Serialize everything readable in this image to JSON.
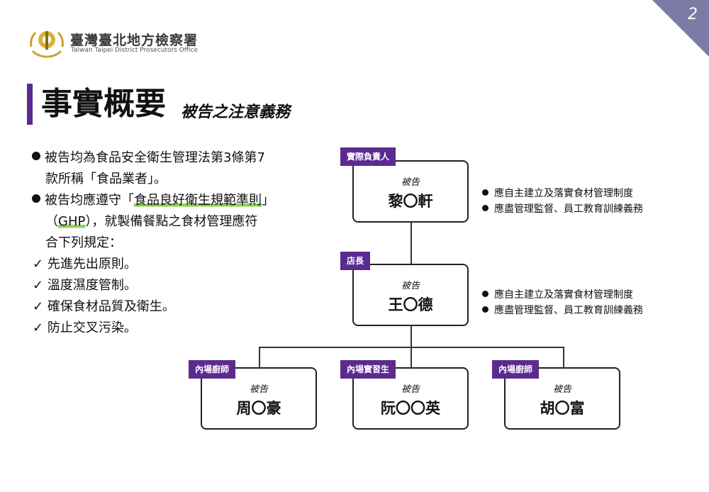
{
  "header": {
    "page_number": "2",
    "org_name_zh": "臺灣臺北地方檢察署",
    "org_name_en": "Taiwan Taipei District Prosecutors Office"
  },
  "slide": {
    "title": "事實概要",
    "subtitle": "被告之注意義務"
  },
  "bullets": {
    "b1_line1": "被告均為食品安全衛生管理法第3條第7",
    "b1_line2": "款所稱「食品業者」。",
    "b2_pre": "被告均應遵守「",
    "b2_hl": "食品良好衛生規範準則",
    "b2_post": "」",
    "b2_line2_pre": "（",
    "b2_line2_hl": "GHP",
    "b2_line2_post": "），就製備餐點之食材管理應符",
    "b2_line3": "合下列規定："
  },
  "checks": [
    "先進先出原則。",
    "溫度濕度管制。",
    "確保食材品質及衛生。",
    "防止交叉污染。"
  ],
  "check_mark": "✓",
  "org_chart": {
    "defendant_label": "被告",
    "owner": {
      "tag": "實際負責人",
      "name": "黎〇軒"
    },
    "manager": {
      "tag": "店長",
      "name": "王〇德"
    },
    "staff": [
      {
        "tag": "內場廚師",
        "name": "周〇豪"
      },
      {
        "tag": "內場實習生",
        "name": "阮〇〇英"
      },
      {
        "tag": "內場廚師",
        "name": "胡〇富"
      }
    ],
    "duties_owner": [
      "應自主建立及落實食材管理制度",
      "應盡管理監督、員工教育訓練義務"
    ],
    "duties_manager": [
      "應自主建立及落實食材管理制度",
      "應盡管理監督、員工教育訓練義務"
    ]
  },
  "colors": {
    "accent": "#5b2b8f",
    "corner": "#7b7ba6",
    "highlight": "#8fd14f"
  }
}
